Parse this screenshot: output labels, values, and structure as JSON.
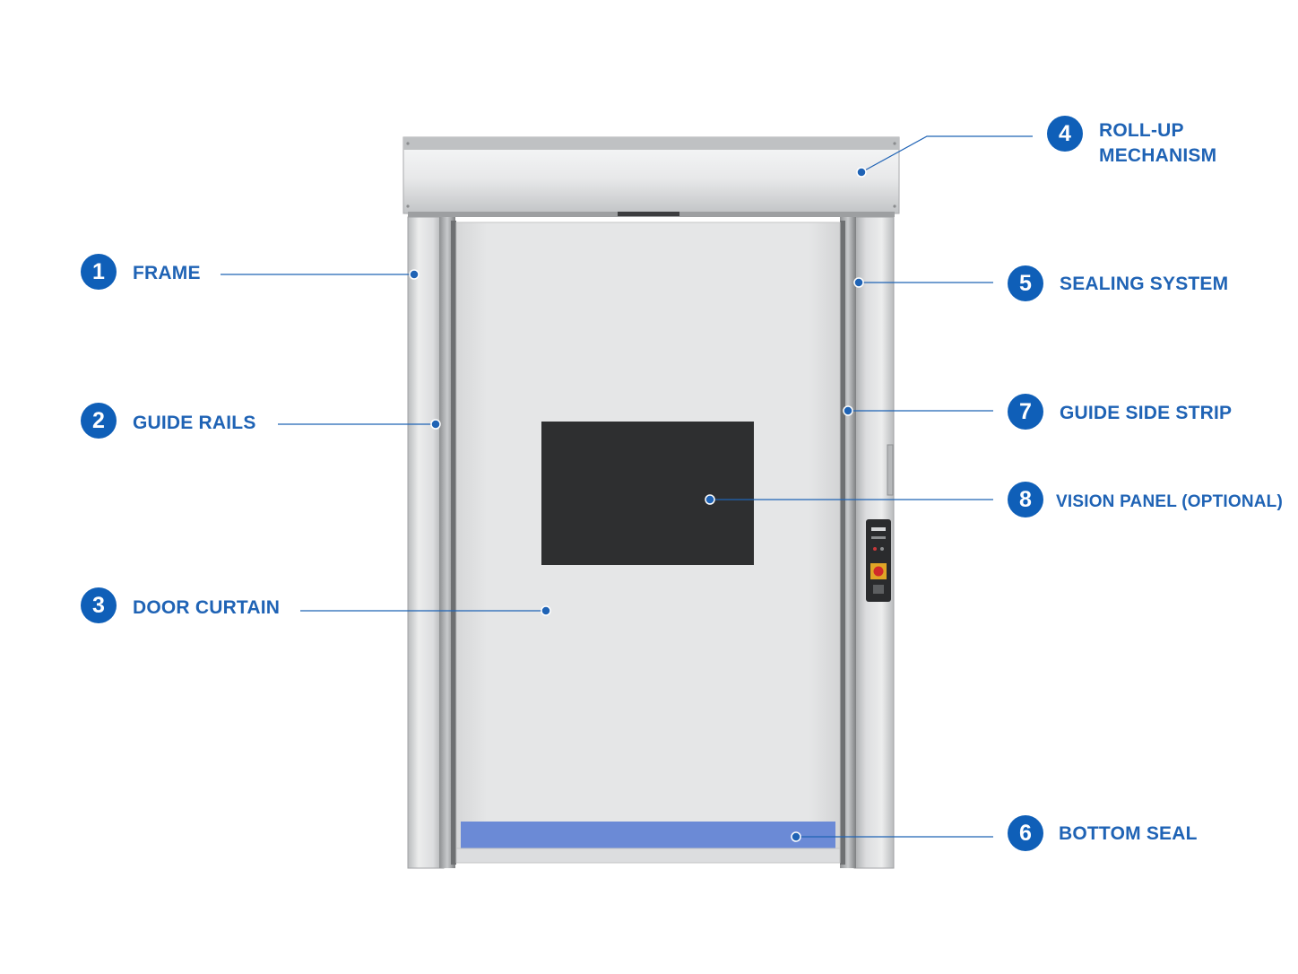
{
  "colors": {
    "accent": "#1f63b5",
    "badge": "#0f5fb8",
    "bottom_seal": "#6b8ad6",
    "vision_panel": "#2e2f30",
    "curtain": "#e3e4e5"
  },
  "callouts": [
    {
      "number": "1",
      "label": "FRAME"
    },
    {
      "number": "2",
      "label": "GUIDE RAILS"
    },
    {
      "number": "3",
      "label": "DOOR CURTAIN"
    },
    {
      "number": "4",
      "label_line1": "ROLL-UP",
      "label_line2": "MECHANISM"
    },
    {
      "number": "5",
      "label": "SEALING SYSTEM"
    },
    {
      "number": "6",
      "label": "BOTTOM SEAL"
    },
    {
      "number": "7",
      "label": "GUIDE SIDE STRIP"
    },
    {
      "number": "8",
      "label": "VISION PANEL (OPTIONAL)"
    }
  ]
}
